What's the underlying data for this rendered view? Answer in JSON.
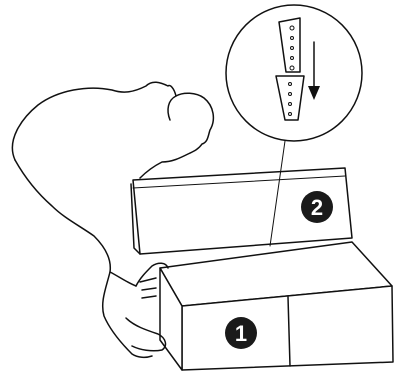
{
  "steps": [
    {
      "label": "1",
      "part": "seat-base"
    },
    {
      "label": "2",
      "part": "backrest"
    }
  ],
  "detail": {
    "motion": "slide-down"
  },
  "colors": {
    "ink": "#111111",
    "badge": "#1a1a1a",
    "paper": "#ffffff"
  }
}
